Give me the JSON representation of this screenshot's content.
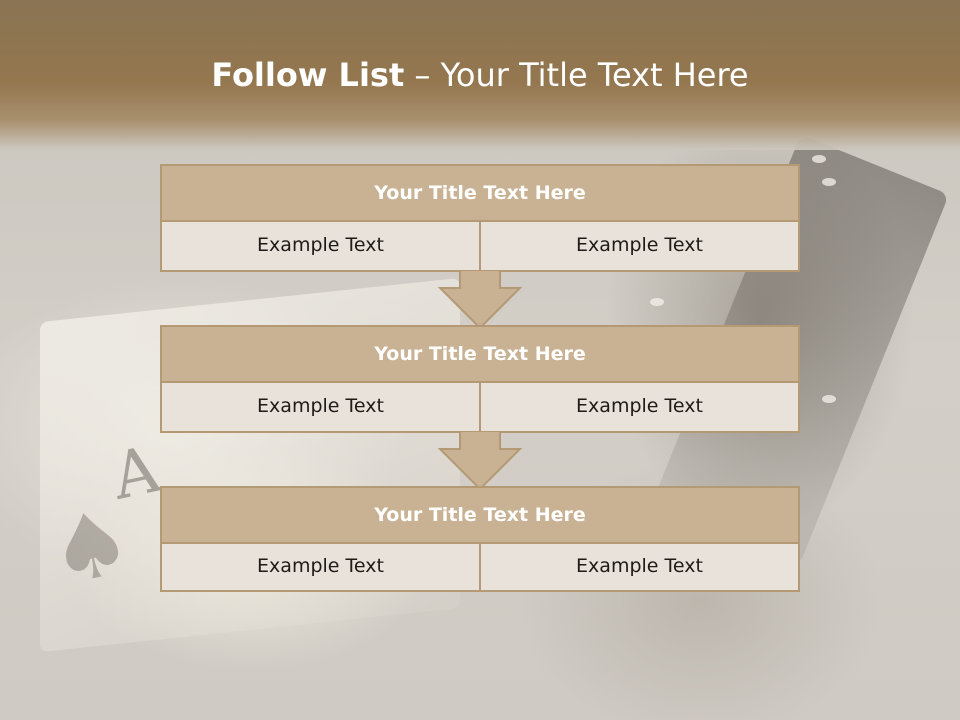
{
  "title": {
    "strong": "Follow List",
    "rest": " – Your Title Text Here"
  },
  "steps": [
    {
      "title": "Your Title Text Here",
      "left": "Example Text",
      "right": "Example Text"
    },
    {
      "title": "Your Title Text Here",
      "left": "Example Text",
      "right": "Example Text"
    },
    {
      "title": "Your Title Text Here",
      "left": "Example Text",
      "right": "Example Text"
    }
  ],
  "colors": {
    "header_brown": "#94774f",
    "block_header": "#c8b293",
    "block_body": "#e8e2da",
    "border": "#b39a74"
  },
  "icons": {
    "arrow": "down-arrow-icon"
  }
}
